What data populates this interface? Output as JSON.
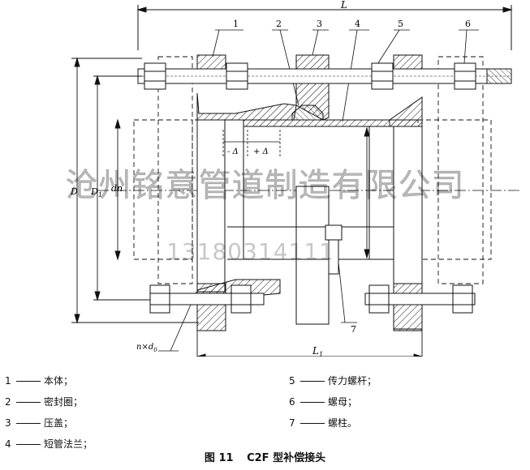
{
  "dims": {
    "L": "L",
    "L1": "L",
    "L1_sub": "1",
    "D": "D",
    "D1": "D",
    "D1_sub": "1",
    "dn": "dn",
    "minus_delta": "- Δ",
    "plus_delta": "+ Δ",
    "bolt_spec": "n×d",
    "bolt_spec_sub": "0"
  },
  "callouts": [
    "1",
    "2",
    "3",
    "4",
    "5",
    "6",
    "7"
  ],
  "legend": [
    {
      "num": "1",
      "label": "本体；"
    },
    {
      "num": "2",
      "label": "密封圈；"
    },
    {
      "num": "3",
      "label": "压盖；"
    },
    {
      "num": "4",
      "label": "短管法兰；"
    },
    {
      "num": "5",
      "label": "传力螺杆；"
    },
    {
      "num": "6",
      "label": "螺母；"
    },
    {
      "num": "7",
      "label": "螺柱。"
    }
  ],
  "caption": {
    "figure": "图 11",
    "title": "C2F 型补偿接头"
  },
  "watermark": {
    "company": "沧州铭意管道制造有限公司",
    "phone": "13180314111"
  }
}
